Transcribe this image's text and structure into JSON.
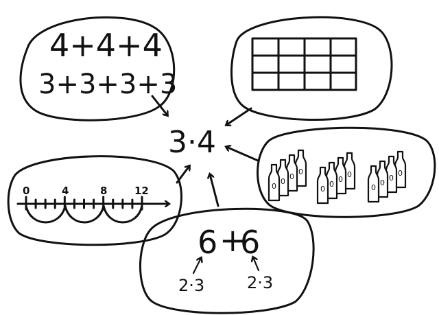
{
  "center": {
    "expression": "3·4"
  },
  "addition_bubble": {
    "line1": "4+4+4",
    "line2": "3+3+3+3"
  },
  "array_bubble": {
    "rows": 3,
    "cols": 4
  },
  "bottles_bubble": {
    "groups": 3,
    "bottles_per_group": 4,
    "label_glyph": "0"
  },
  "number_line_bubble": {
    "tick_labels": [
      "0",
      "4",
      "8",
      "12"
    ],
    "jumps": 3
  },
  "doubles_bubble": {
    "left": "6",
    "plus": "+",
    "right": "6",
    "left_sub": "2·3",
    "right_sub": "2·3"
  }
}
